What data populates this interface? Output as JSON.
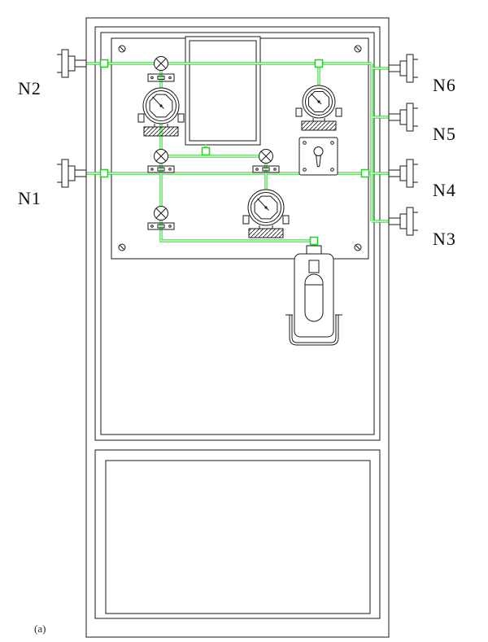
{
  "colors": {
    "line": "#1a1a1a",
    "pipe": "#27d427",
    "bg": "#ffffff"
  },
  "nozzles": {
    "left": [
      {
        "label": "N2"
      },
      {
        "label": "N1"
      }
    ],
    "right": [
      {
        "label": "N6"
      },
      {
        "label": "N5"
      },
      {
        "label": "N4"
      },
      {
        "label": "N3"
      }
    ]
  },
  "caption": {
    "label": "(a)"
  },
  "components": [
    "cabinet-frame",
    "mounting-plate",
    "document-pocket",
    "pressure-gauge-left",
    "pressure-gauge-right",
    "pressure-gauge-center",
    "needle-valve-top-left",
    "needle-valve-mid-left",
    "needle-valve-mid-right",
    "needle-valve-bottom-left",
    "panel-switch",
    "filter-assembly",
    "flange-n1",
    "flange-n2",
    "flange-n3",
    "flange-n4",
    "flange-n5",
    "flange-n6",
    "piping",
    "pipe-fittings"
  ]
}
